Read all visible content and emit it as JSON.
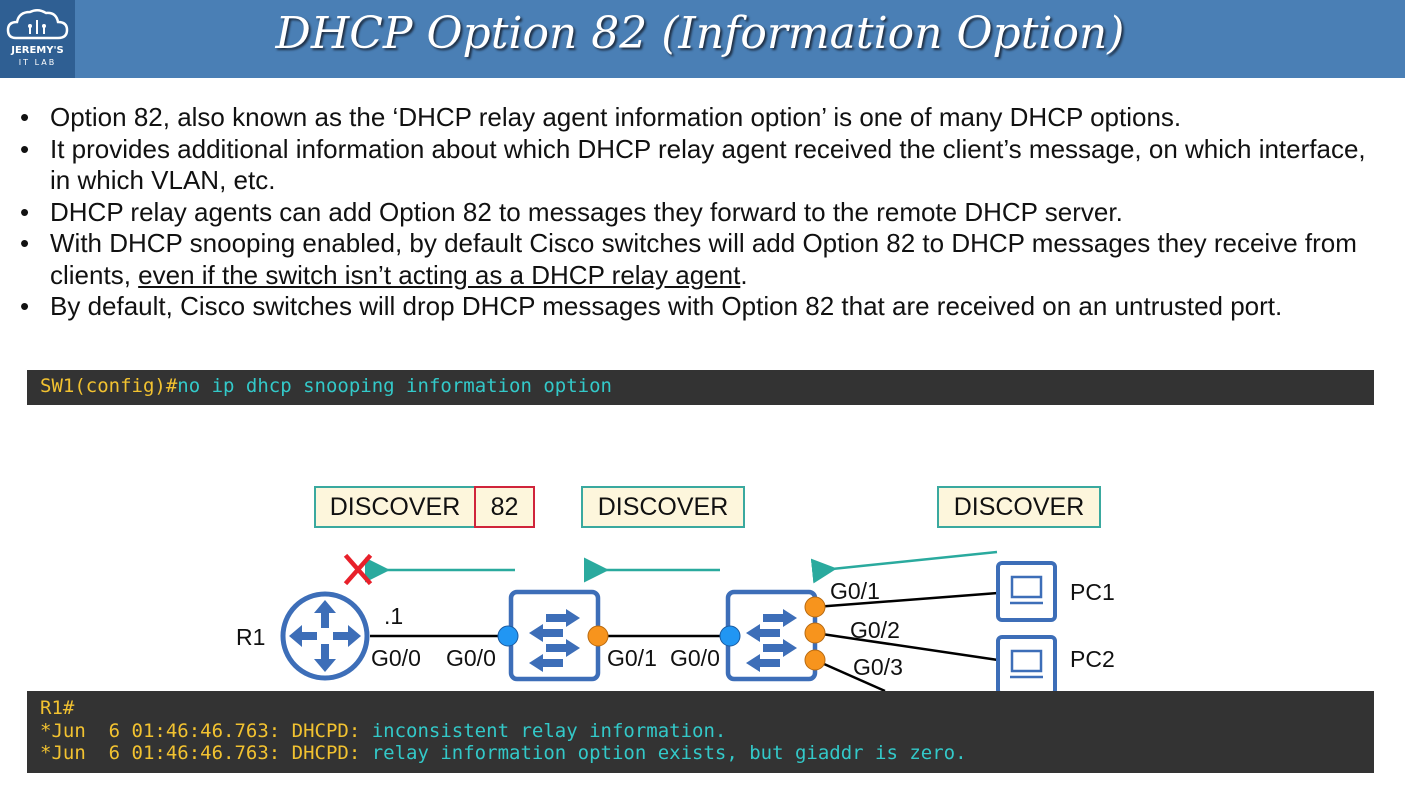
{
  "header": {
    "title": "DHCP Option 82 (Information Option)",
    "logo_line1": "JEREMY'S",
    "logo_line2": "IT LAB"
  },
  "bullets": {
    "b1": "Option 82, also known as the ‘DHCP relay agent information option’ is one of many DHCP options.",
    "b2": "It provides additional information about which DHCP relay agent received the client’s message, on which interface, in which VLAN, etc.",
    "b3": "DHCP relay agents can add Option 82 to messages they forward to the remote DHCP server.",
    "b4_pre": "With DHCP snooping enabled, by default Cisco switches will add Option 82 to DHCP messages they receive from clients, ",
    "b4_underlined": "even if the switch isn’t acting as a DHCP relay agent",
    "b4_post": ".",
    "b5": "By default, Cisco switches will drop DHCP messages with Option 82 that are received on an untrusted port."
  },
  "command": {
    "prompt": "SW1(config)#",
    "text": "no ip dhcp snooping information option"
  },
  "diagram": {
    "msg1": "DISCOVER",
    "msg1_option": "82",
    "msg2": "DISCOVER",
    "msg3": "DISCOVER",
    "r1": "R1",
    "r1_ip": ".1",
    "r1_port": "G0/0",
    "sw2_port_left": "G0/0",
    "sw2_port_right": "G0/1",
    "sw1_port_left": "G0/0",
    "sw1_port_g01": "G0/1",
    "sw1_port_g02": "G0/2",
    "sw1_port_g03": "G0/3",
    "pc1": "PC1",
    "pc2": "PC2",
    "colors": {
      "device_blue": "#3d6eb8",
      "arrow_teal": "#2aaa9e",
      "drop_red": "#e8202a",
      "port_blue": "#2196f3",
      "port_orange": "#f7941d"
    }
  },
  "log": {
    "line1": "R1#",
    "line2_prefix": "*Jun  6 01:46:46.763: DHCPD: ",
    "line2_msg": "inconsistent relay information.",
    "line3_prefix": "*Jun  6 01:46:46.763: DHCPD: ",
    "line3_msg": "relay information option exists, but giaddr is zero."
  }
}
